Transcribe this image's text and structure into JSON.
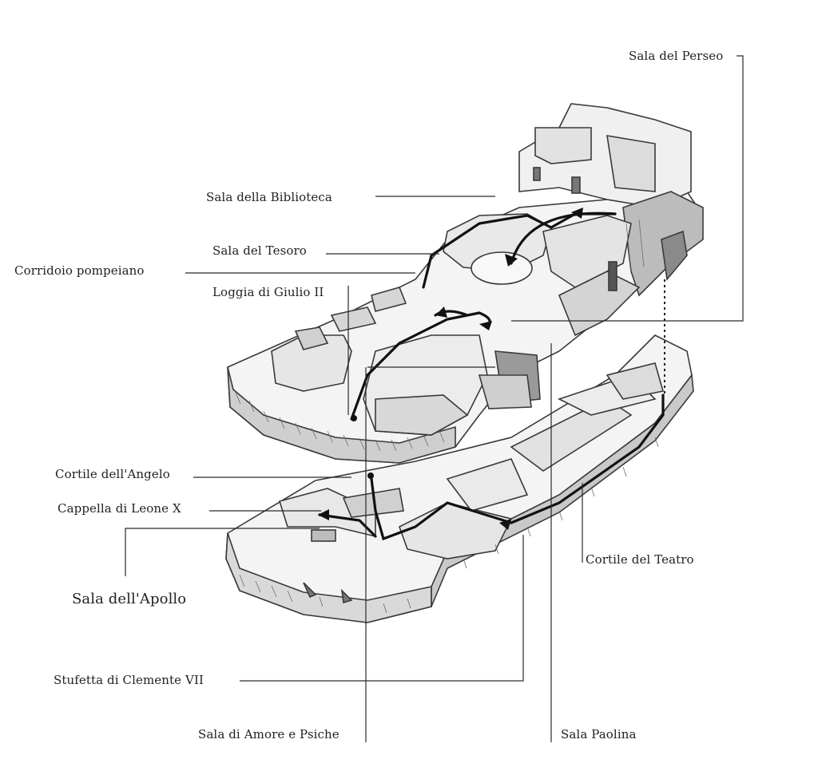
{
  "labels": {
    "sala_perseo": "Sala del Perseo",
    "sala_biblioteca": "Sala della Biblioteca",
    "sala_tesoro": "Sala del Tesoro",
    "corridoio_pompeiano": "Corridoio pompeiano",
    "loggia_giulio": "Loggia di Giulio II",
    "cortile_angelo": "Cortile dell'Angelo",
    "cappella_leone": "Cappella di Leone X",
    "sala_apollo": "Sala dell'Apollo",
    "cortile_teatro": "Cortile del Teatro",
    "stufetta_clemente": "Stufetta di Clemente VII",
    "sala_amore_psiche": "Sala di Amore e Psiche",
    "sala_paolina": "Sala Paolina"
  },
  "colors": {
    "line": "#2a2a2a",
    "outline": "#3a3a3a",
    "hatch": "#6a6a6a",
    "fill_light": "#f4f4f4",
    "fill_mid": "#d9d9d9",
    "fill_dark": "#9a9a9a"
  }
}
